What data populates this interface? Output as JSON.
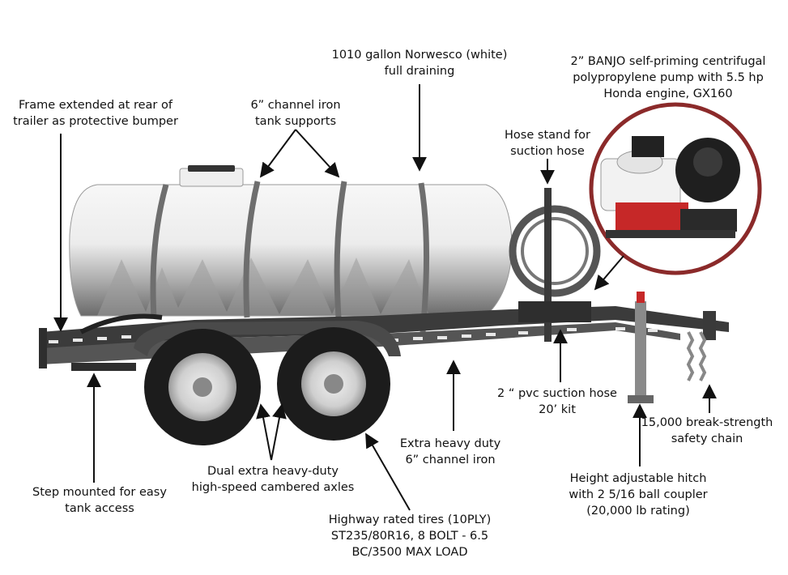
{
  "labels": {
    "frame_bumper": [
      "Frame extended at rear of",
      "trailer as protective bumper"
    ],
    "tank_supports": [
      "6” channel iron",
      "tank supports"
    ],
    "tank": [
      "1010 gallon Norwesco (white)",
      "full draining"
    ],
    "pump": [
      "2” BANJO self-priming centrifugal",
      "polypropylene pump with 5.5 hp",
      "Honda engine, GX160"
    ],
    "hose_stand": [
      "Hose stand for",
      "suction hose"
    ],
    "suction_hose": [
      "2 “ pvc suction hose",
      "20’ kit"
    ],
    "safety_chain": [
      "15,000 break-strength",
      "safety chain"
    ],
    "channel_iron": [
      "Extra heavy duty",
      "6” channel iron"
    ],
    "axles": [
      "Dual extra heavy-duty",
      "high-speed cambered axles"
    ],
    "step": [
      "Step mounted for easy",
      "tank access"
    ],
    "tires": [
      "Highway rated tires (10PLY)",
      "ST235/80R16, 8 BOLT - 6.5",
      "BC/3500 MAX LOAD"
    ],
    "hitch": [
      "Height adjustable hitch",
      "with 2 5/16 ball coupler",
      "(20,000 lb rating)"
    ]
  },
  "colors": {
    "tank_white": "#f4f4f4",
    "tank_shadow": "#8a8a8a",
    "frame_dark": "#3a3a3a",
    "pump_circle_border": "#8b2a2a",
    "engine_red": "#c62828"
  },
  "icons": [
    "arrow-icon",
    "pump-inset-icon",
    "trailer-icon"
  ]
}
